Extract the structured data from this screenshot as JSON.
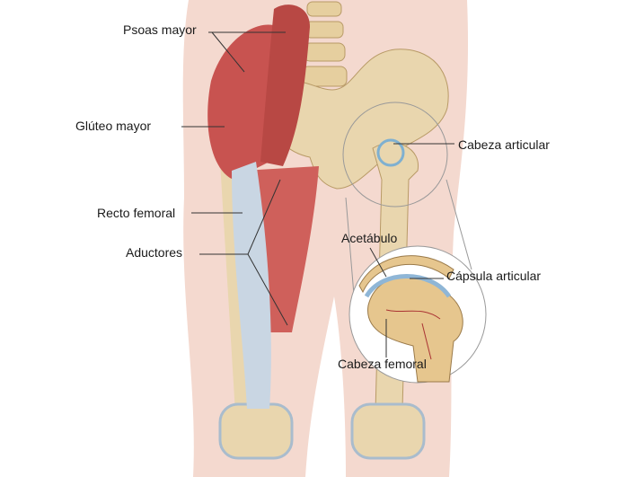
{
  "labels": {
    "psoas": "Psoas mayor",
    "gluteo": "Glúteo mayor",
    "recto": "Recto femoral",
    "aductores": "Aductores",
    "cabeza_articular": "Cabeza articular",
    "acetabulo": "Acetábulo",
    "capsula": "Cápsula articular",
    "cabeza_femoral": "Cabeza femoral"
  },
  "colors": {
    "skin": "#f4d9cf",
    "muscle": "#c85350",
    "bone": "#e9d6ae",
    "tendon": "#c9d6e3",
    "leader": "#333333"
  }
}
